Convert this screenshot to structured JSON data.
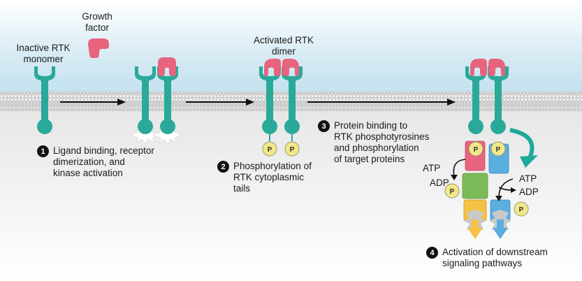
{
  "labels": {
    "inactive_monomer": "Inactive RTK\nmonomer",
    "growth_factor": "Growth\nfactor",
    "activated_dimer": "Activated RTK\ndimer",
    "atp_left": "ATP",
    "adp_left": "ADP",
    "atp_right": "ATP",
    "adp_right": "ADP",
    "phosphate": "P"
  },
  "steps": [
    {
      "number": "1",
      "text": "Ligand binding, receptor\ndimerization, and\nkinase activation"
    },
    {
      "number": "2",
      "text": "Phosphorylation of\nRTK cytoplasmic\ntails"
    },
    {
      "number": "3",
      "text": "Protein binding to\nRTK phosphotyrosines\nand phosphorylation\nof target proteins"
    },
    {
      "number": "4",
      "text": "Activation of downstream\nsignaling pathways"
    }
  ],
  "colors": {
    "receptor": "#2aa99a",
    "ligand": "#e8637e",
    "phosphate": "#f2e88a",
    "membrane": "#c9ccca",
    "protein_red": "#e8637e",
    "protein_blue": "#5aaee0",
    "protein_green": "#7dbb5a",
    "protein_yellow": "#f5c246"
  }
}
